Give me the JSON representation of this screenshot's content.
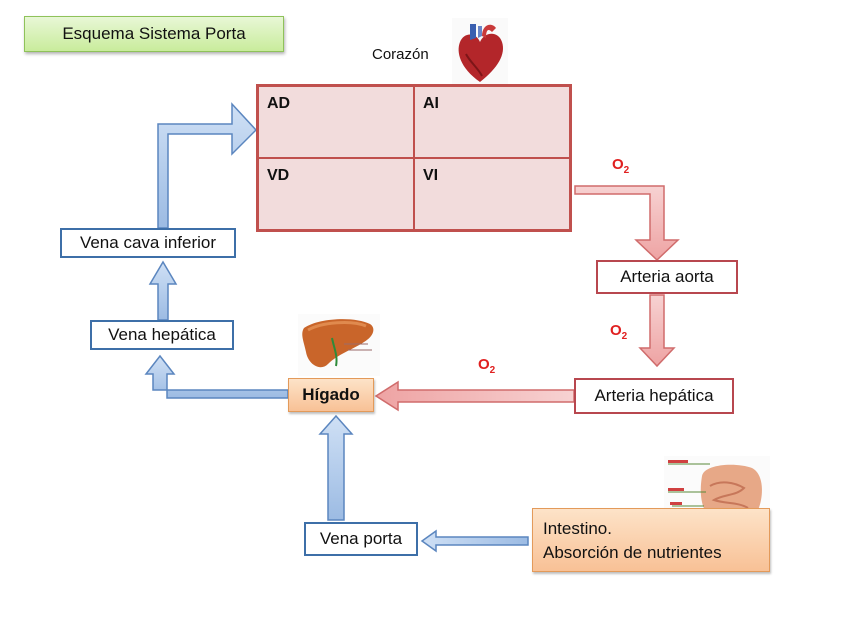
{
  "title": "Esquema Sistema Porta",
  "heart": {
    "label": "Corazón",
    "chambers": {
      "ad": "AD",
      "ai": "AI",
      "vd": "VD",
      "vi": "VI"
    }
  },
  "nodes": {
    "vena_cava_inferior": "Vena cava inferior",
    "vena_hepatica": "Vena hepática",
    "higado": "Hígado",
    "arteria_aorta": "Arteria aorta",
    "arteria_hepatica": "Arteria hepática",
    "vena_porta": "Vena porta",
    "intestino_line1": "Intestino.",
    "intestino_line2": "Absorción de nutrientes"
  },
  "oxygen": {
    "symbol": "O",
    "subscript": "2"
  },
  "colors": {
    "venous": "#3d6fa8",
    "arterial": "#c0504d",
    "organ": "#f8c196",
    "title_bg": "#c9ec9c"
  },
  "icons": [
    "heart-image",
    "liver-image",
    "intestine-image"
  ]
}
